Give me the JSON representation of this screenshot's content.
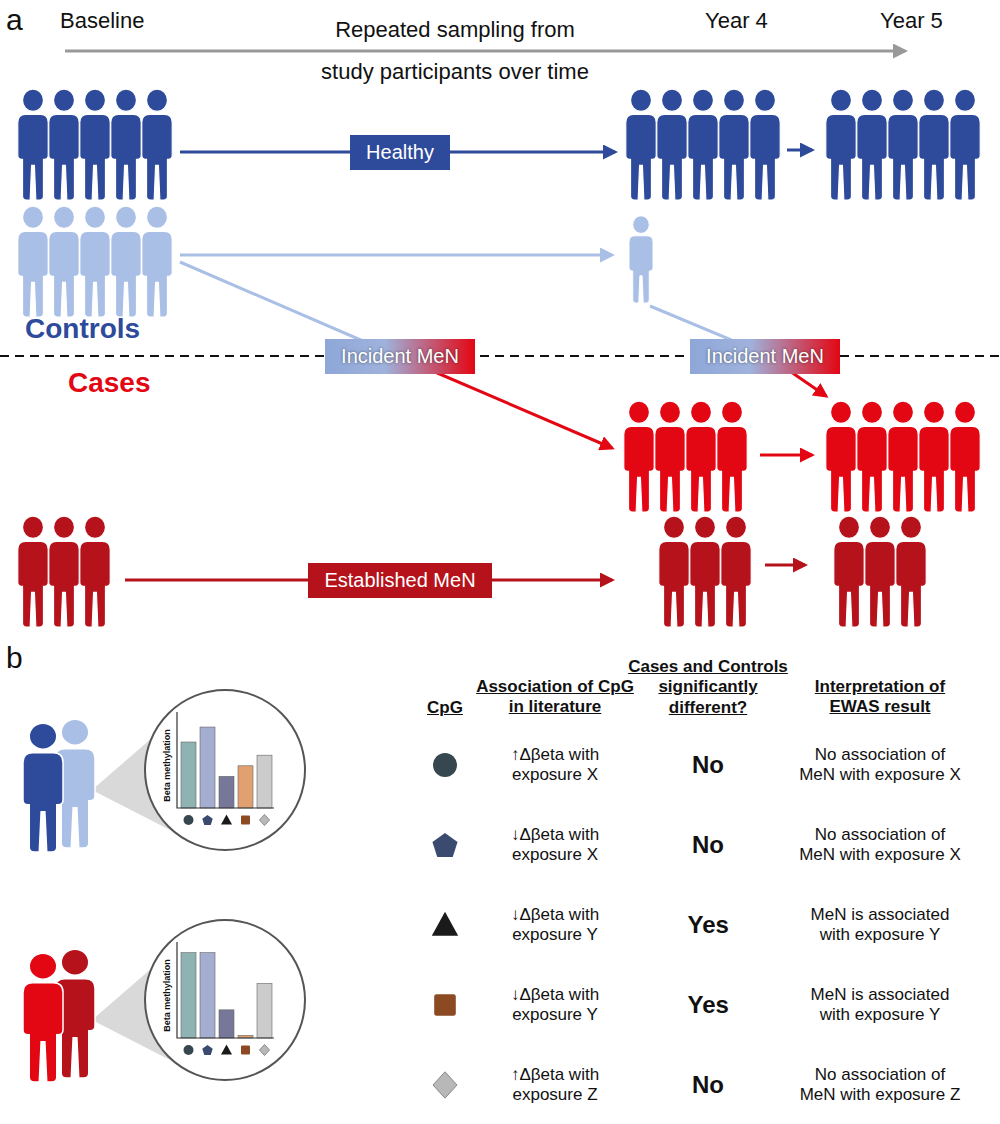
{
  "diagram": {
    "nodes": [
      {
        "text": [
          "Healthy"
        ]
      },
      {
        "text": [
          "Incident MeN"
        ]
      },
      {
        "text": [
          "Incident MeN"
        ]
      },
      {
        "text": [
          "Established MeN"
        ]
      }
    ],
    "labels": [
      "a",
      "Baseline",
      "Repeated sampling from study participants over time",
      "Year 4",
      "Year 5",
      "Controls",
      "Cases",
      "b",
      "Beta methylation",
      "Beta methylation",
      "CpG",
      "Association of CpG in literature",
      "Cases and Controls significantly different?",
      "Interpretation of EWAS result",
      "↑Δβeta with exposure X",
      "No",
      "No association of MeN with exposure X",
      "↓Δβeta with exposure X",
      "No",
      "No association of MeN with exposure X",
      "↓Δβeta with exposure Y",
      "Yes",
      "MeN is associated with exposure Y",
      "↓Δβeta with exposure Y",
      "Yes",
      "MeN is associated with exposure Y",
      "↑Δβeta with exposure Z",
      "No",
      "No association of MeN with exposure Z"
    ]
  }
}
